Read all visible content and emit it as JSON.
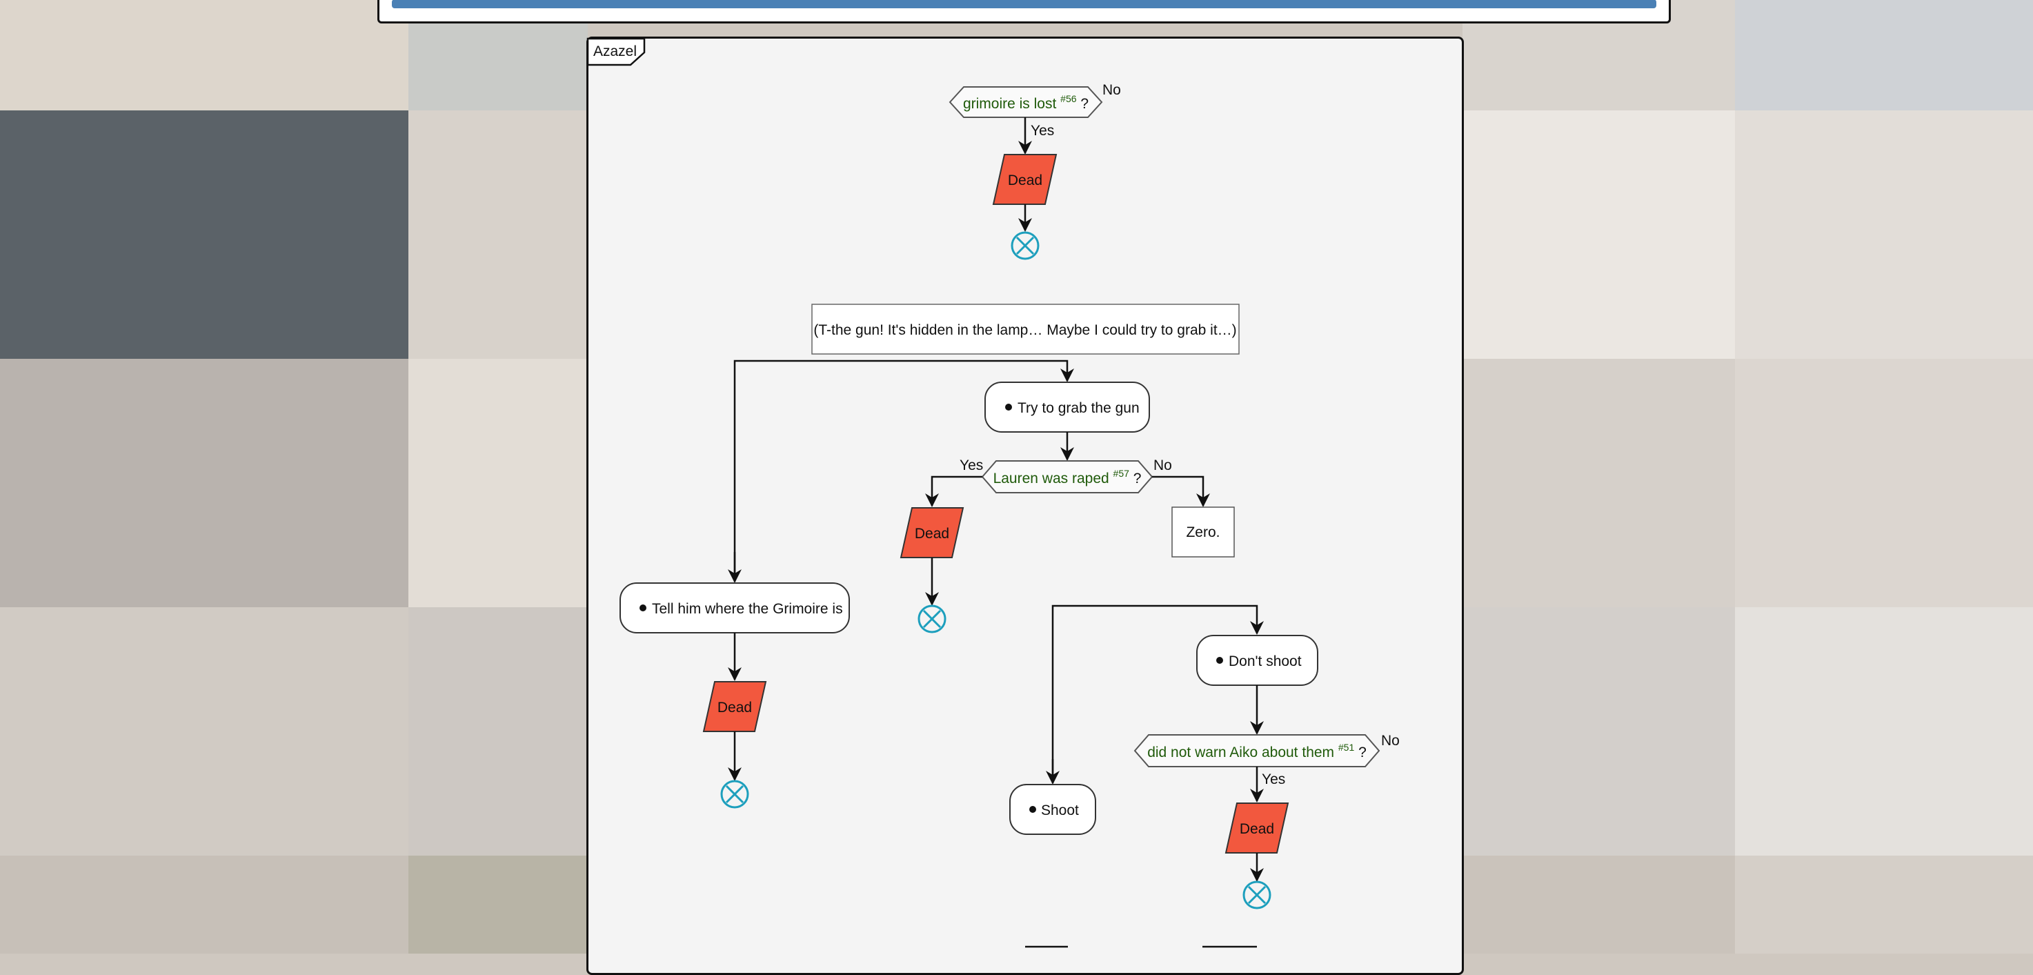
{
  "frame": {
    "tab_label": "Azazel"
  },
  "diagram": {
    "conditions": {
      "grimoire_lost": {
        "text": "grimoire is lost",
        "ref": "#56",
        "suffix": "?"
      },
      "lauren_raped": {
        "text": "Lauren was raped",
        "ref": "#57",
        "suffix": "?"
      },
      "warn_aiko": {
        "text": "did not warn Aiko about them",
        "ref": "#51",
        "suffix": "?"
      }
    },
    "branch_labels": {
      "yes": "Yes",
      "no": "No"
    },
    "dead_label": "Dead",
    "narration": "(T-the gun! It's hidden in the lamp… Maybe I could try to grab it…)",
    "choices": {
      "grab_gun": "Try to grab the gun",
      "tell_grimoire": "Tell him where the Grimoire is",
      "dont_shoot": "Don't shoot",
      "shoot": "Shoot"
    },
    "outcome_zero": "Zero."
  },
  "colors": {
    "condition_text": "#1f5a0a",
    "dead_fill": "#f2583e",
    "end_icon": "#1d9fbd",
    "panel_bg": "#f4f4f4",
    "topbar_accent": "#4a80b5"
  }
}
